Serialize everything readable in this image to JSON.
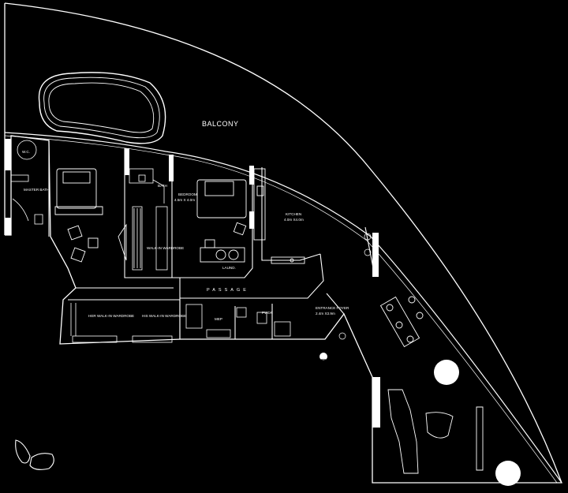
{
  "plan": {
    "background": "#000000",
    "line_color": "#ffffff",
    "rooms": {
      "balcony": "BALCONY",
      "wc": "W.C.",
      "master_bath": "MASTER BATH",
      "bath": "BATH",
      "bedroom": "BEDROOM",
      "bedroom_size": "4.5m X 4.0m",
      "kitchen": "KITCHEN",
      "kitchen_size": "4.0m X4.0m",
      "laundry": "LAUND.",
      "walkin_wardrobe": "WALK-IN WARDROBE",
      "passage": "PASSAGE",
      "her_wardrobe": "HER WALK-IN WARDROBE",
      "his_wardrobe": "HIS WALK-IN WARDROBE",
      "mep": "MEP",
      "powder": "PWDR",
      "entrance": "ENTRANCE FOYER",
      "entrance_size": "2.4m X3.9m"
    },
    "icons": [
      "entry-arrow-icon",
      "logo-icon"
    ]
  }
}
